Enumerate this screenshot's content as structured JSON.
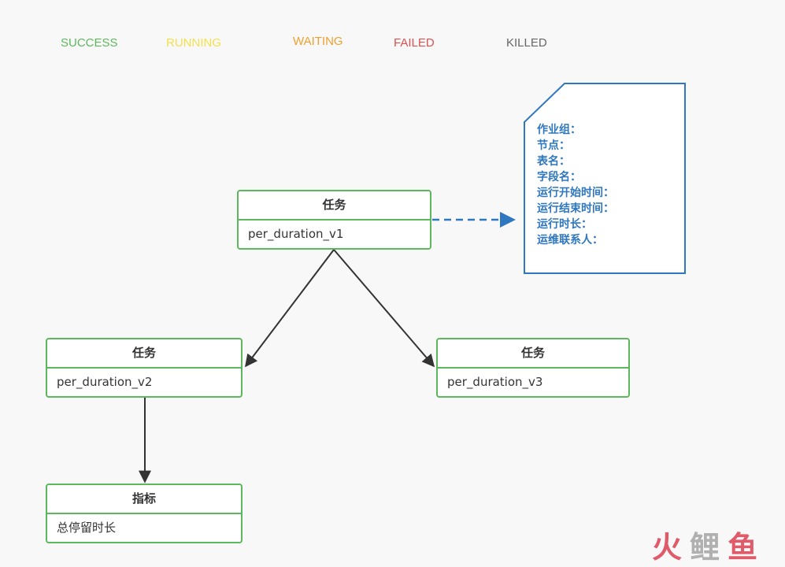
{
  "legend": [
    {
      "label": "SUCCESS",
      "color": "#5cb85c"
    },
    {
      "label": "RUNNING",
      "color": "#f4e04d"
    },
    {
      "label": "WAITING",
      "color": "#f0a030"
    },
    {
      "label": "FAILED",
      "color": "#e05050"
    },
    {
      "label": "KILLED",
      "color": "#666666"
    }
  ],
  "nodes": {
    "n1": {
      "header": "任务",
      "body": "per_duration_v1"
    },
    "n2": {
      "header": "任务",
      "body": "per_duration_v2"
    },
    "n3": {
      "header": "任务",
      "body": "per_duration_v3"
    },
    "n4": {
      "header": "指标",
      "body": "总停留时长"
    }
  },
  "note": {
    "lines": [
      "作业组：",
      "节点：",
      "表名：",
      "字段名：",
      "运行开始时间：",
      "运行结束时间：",
      "运行时长：",
      "运维联系人："
    ],
    "border_color": "#2f77bf"
  },
  "edge_color": "#333333",
  "watermark": {
    "chars": [
      "火",
      "鲤",
      "鱼"
    ],
    "colors": [
      "#e05a6a",
      "#b0b0b0",
      "#e05a6a"
    ]
  }
}
